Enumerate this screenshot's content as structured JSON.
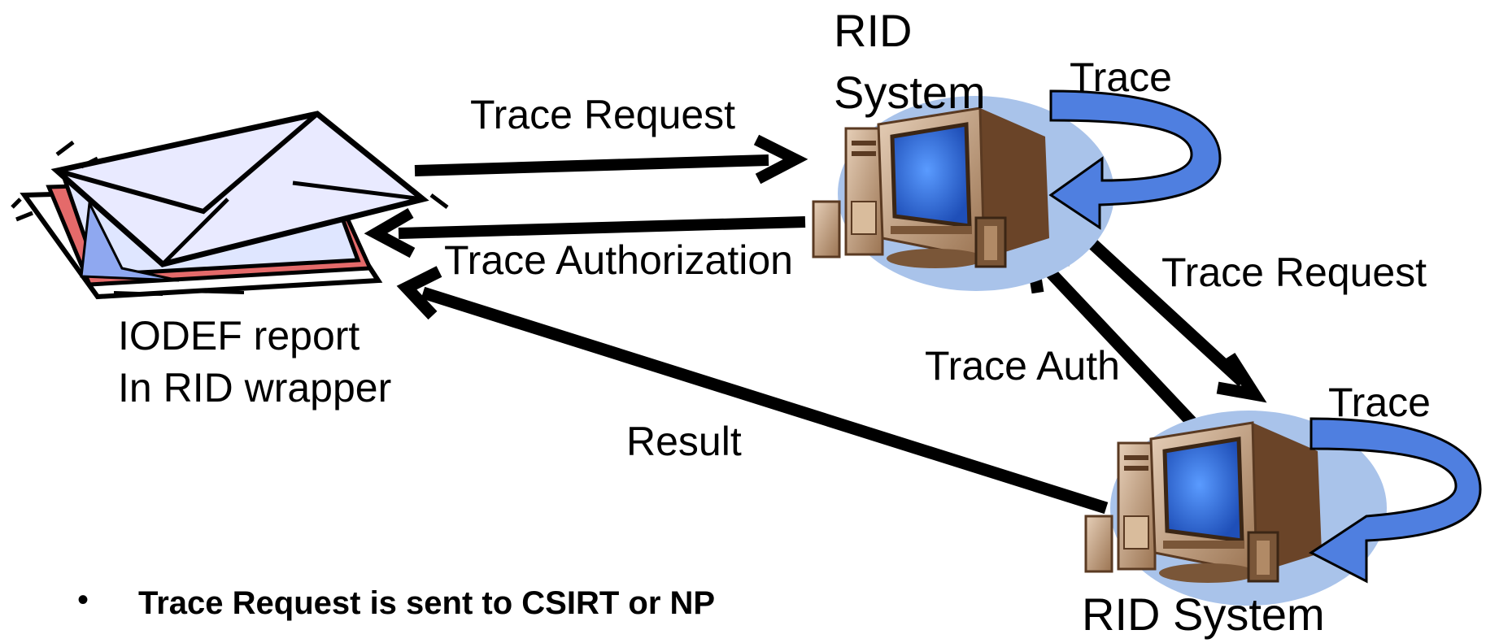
{
  "labels": {
    "rid_system_top_line1": "RID",
    "rid_system_top_line2": "System",
    "trace_top": "Trace",
    "trace_request_top": "Trace Request",
    "trace_authorization": "Trace Authorization",
    "trace_request_right": "Trace Request",
    "iodef_line1": "IODEF report",
    "iodef_line2": "In RID wrapper",
    "trace_auth": "Trace Auth",
    "result": "Result",
    "trace_bottom": "Trace",
    "rid_system_bottom": "RID System"
  },
  "bullets": [
    {
      "symbol": "•",
      "text": "Trace Request is sent to CSIRT or NP"
    }
  ],
  "colors": {
    "arrow": "#000000",
    "curl_arrow": "#4f7fe0",
    "curl_arrow_dark": "#3a5fb0",
    "monitor_body": "#c9a98a",
    "monitor_dark": "#5a3a22",
    "screen": "#2f6fe8",
    "shadow": "#a9c3ea"
  },
  "icons": [
    "envelope-stack-icon",
    "computer-icon",
    "computer-icon"
  ]
}
